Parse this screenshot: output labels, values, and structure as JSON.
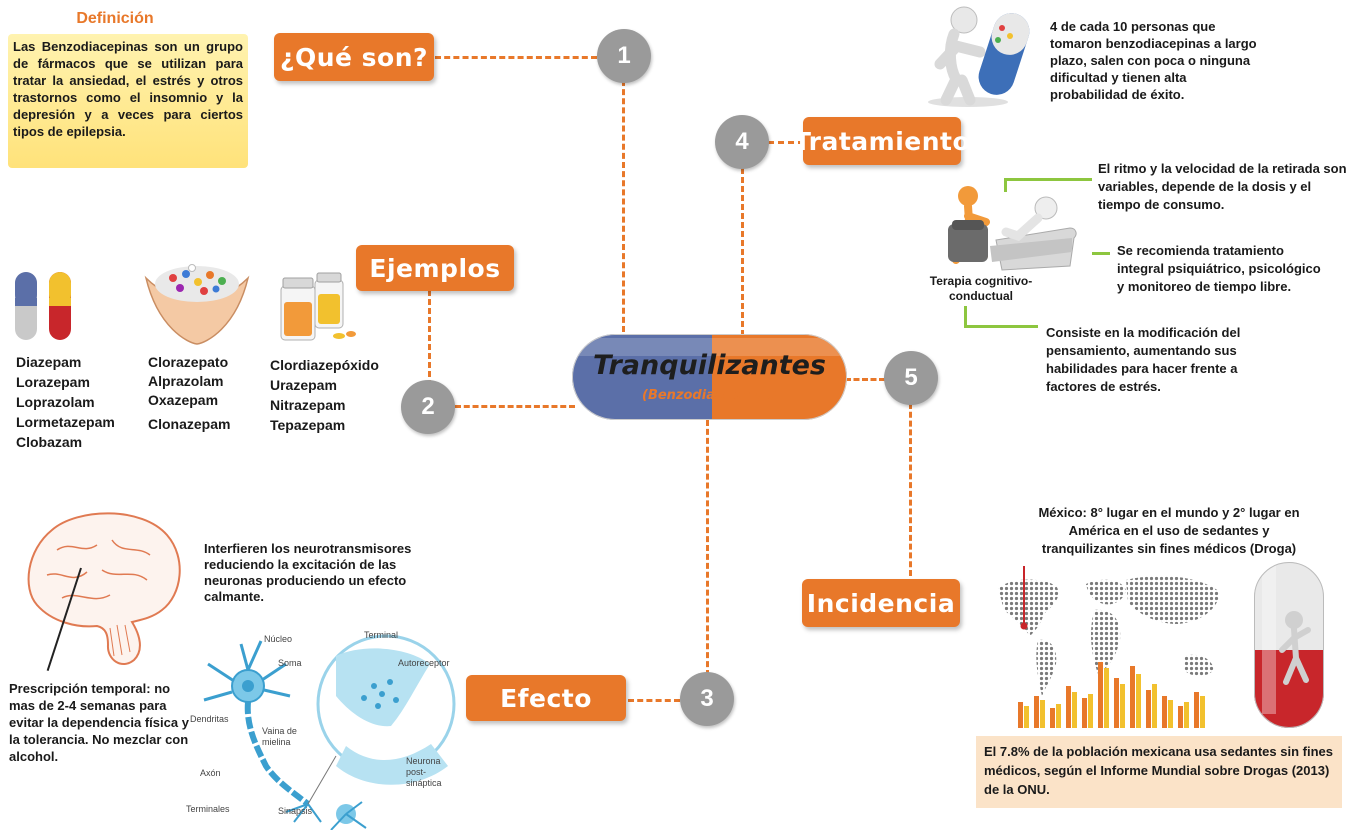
{
  "center": {
    "title": "Tranquilizantes",
    "subtitle": "(Benzodiacepinas)"
  },
  "nodes": {
    "n1": {
      "num": "1",
      "label": "¿Qué son?"
    },
    "n2": {
      "num": "2",
      "label": "Ejemplos"
    },
    "n3": {
      "num": "3",
      "label": "Efecto"
    },
    "n4": {
      "num": "4",
      "label": "Tratamiento"
    },
    "n5": {
      "num": "5",
      "label": "Incidencia"
    }
  },
  "definicion": {
    "title": "Definición",
    "text": "Las Benzodiacepinas son un grupo de fármacos que se utilizan para tratar la ansiedad, el estrés y otros trastornos como el insomnio y la depresión y a veces para ciertos tipos de epilepsia."
  },
  "ejemplos": {
    "col1": [
      "Diazepam",
      "Lorazepam",
      "Loprazolam",
      "Lormetazepam",
      "Clobazam"
    ],
    "col2": [
      "Clorazepato",
      "Alprazolam",
      "Oxazepam",
      "Clonazepam"
    ],
    "col3": [
      "Clordiazepóxido",
      "Urazepam",
      "Nitrazepam",
      "Tepazepam"
    ]
  },
  "efecto": {
    "text": "Interfieren los neurotransmisores reduciendo la excitación de las neuronas produciendo un efecto calmante.",
    "prescripcion": "Prescripción temporal: no mas de 2-4 semanas para evitar la dependencia física y la tolerancia. No mezclar con alcohol.",
    "neuron_labels": {
      "nucleo": "Núcleo",
      "soma": "Soma",
      "dendritas": "Dendritas",
      "vaina": "Vaina de mielina",
      "axon": "Axón",
      "terminales": "Terminales",
      "sinapsis": "Sinapsis",
      "terminal": "Terminal",
      "autoreceptor": "Autoreceptor",
      "neurona_post": "Neurona post-sináptica"
    }
  },
  "tratamiento": {
    "exito": "4 de cada 10 personas que tomaron benzodiacepinas a largo plazo, salen con poca o ninguna dificultad y tienen alta probabilidad de éxito.",
    "ritmo": "El ritmo y la velocidad de la retirada son variables, depende de la dosis y el tiempo de consumo.",
    "recomienda": "Se recomienda tratamiento integral psiquiátrico, psicológico y monitoreo de tiempo libre.",
    "terapia_label": "Terapia cognitivo-conductual",
    "consiste": "Consiste en la modificación del pensamiento, aumentando sus habilidades para hacer frente a factores de estrés."
  },
  "incidencia": {
    "mexico": "México: 8° lugar en el mundo y 2° lugar en América en el uso de sedantes y tranquilizantes sin fines médicos (Droga)",
    "informe": "El 7.8% de la población mexicana usa sedantes sin fines médicos, según el Informe Mundial sobre Drogas (2013) de la ONU."
  },
  "colors": {
    "accent": "#e8782a",
    "circle": "#9a9a9a",
    "green": "#8dc63f",
    "pill_blue": "#5b6fa8",
    "pill_orange": "#e8782a"
  },
  "icons": [
    "pill-capsule-icon",
    "hands-pills-icon",
    "pill-bottles-icon",
    "brain-icon",
    "neuron-icon",
    "figure-pill-icon",
    "therapy-couch-icon",
    "world-map-icon",
    "red-pill-icon"
  ]
}
